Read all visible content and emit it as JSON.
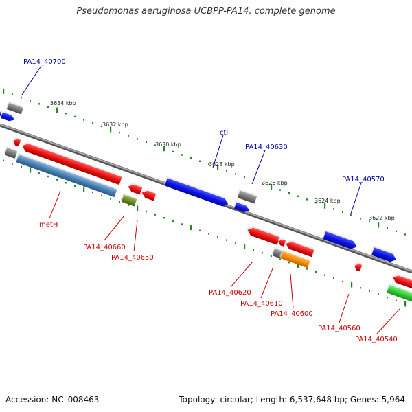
{
  "title": "Pseudomonas aeruginosa UCBPP-PA14, complete genome",
  "accession": "Accession: NC_008463",
  "topology": "Topology: circular; Length: 6,537,648 bp; Genes: 5,964",
  "ticks": [
    "3634 kbp",
    "3632 kbp",
    "3630 kbp",
    "3628 kbp",
    "3626 kbp",
    "3624 kbp",
    "3622 kbp"
  ],
  "gene_labels": {
    "PA14_40700": "PA14_40700",
    "cti": "cti",
    "PA14_40630": "PA14_40630",
    "PA14_40570": "PA14_40570",
    "metH": "metH",
    "PA14_40660": "PA14_40660",
    "PA14_40650": "PA14_40650",
    "PA14_40620": "PA14_40620",
    "PA14_40610": "PA14_40610",
    "PA14_40600": "PA14_40600",
    "PA14_40560": "PA14_40560",
    "PA14_40540": "PA14_40540"
  },
  "colors": {
    "forward_label": "#0000aa",
    "reverse_label": "#cc0000",
    "blue_gene": "#0a14e6",
    "red_gene": "#ee1111",
    "grey_gene": "#777777",
    "steel_gene": "#4682b4",
    "olive_gene": "#6b8e23",
    "orange_gene": "#ff8c00",
    "green_gene": "#32cd32",
    "backbone": "#888888",
    "tick_marks": "#228b22"
  }
}
